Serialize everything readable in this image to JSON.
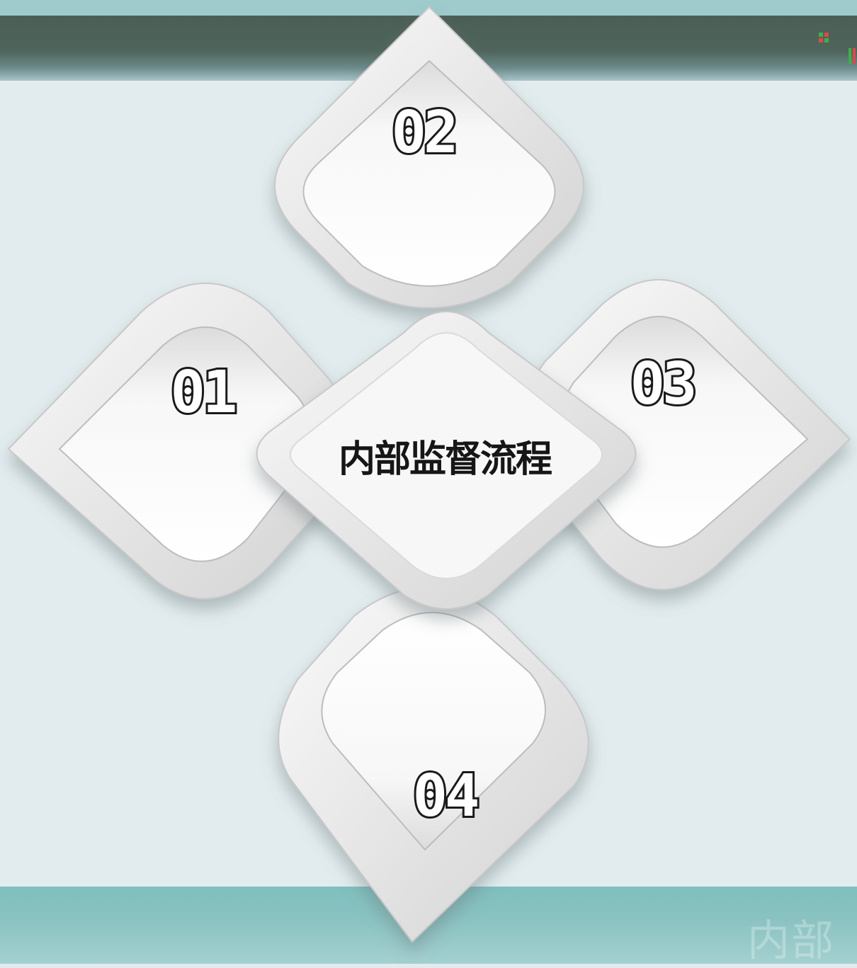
{
  "diagram": {
    "title": "内部监督流程",
    "steps": [
      {
        "number": "01"
      },
      {
        "number": "02"
      },
      {
        "number": "03"
      },
      {
        "number": "04"
      }
    ]
  },
  "footer": {
    "watermark": "内部"
  },
  "colors": {
    "top_band": "#4f655c",
    "bottom_band": "#89c2c1",
    "background": "#e2ecee",
    "card_frame": "#f2f2f2",
    "number_outline": "#1b1b1b"
  }
}
